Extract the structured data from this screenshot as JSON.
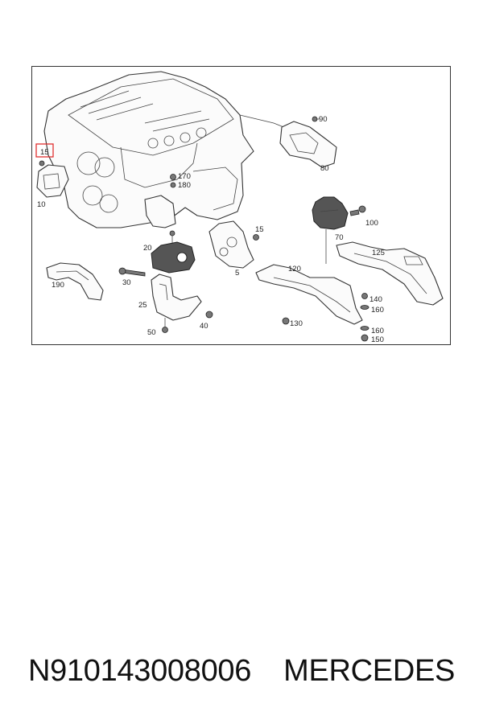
{
  "diagram": {
    "labels": {
      "l10": "10",
      "l15a": "15",
      "l15b": "15",
      "l5": "5",
      "l20": "20",
      "l25": "25",
      "l30": "30",
      "l40": "40",
      "l50": "50",
      "l70": "70",
      "l80": "80",
      "l90": "90",
      "l100": "100",
      "l120": "120",
      "l125": "125",
      "l130": "130",
      "l140": "140",
      "l150": "150",
      "l160a": "160",
      "l160b": "160",
      "l170": "170",
      "l180": "180",
      "l190": "190"
    },
    "highlight_color": "#e03030"
  },
  "caption": {
    "part_number": "N910143008006",
    "brand": "MERCEDES"
  }
}
